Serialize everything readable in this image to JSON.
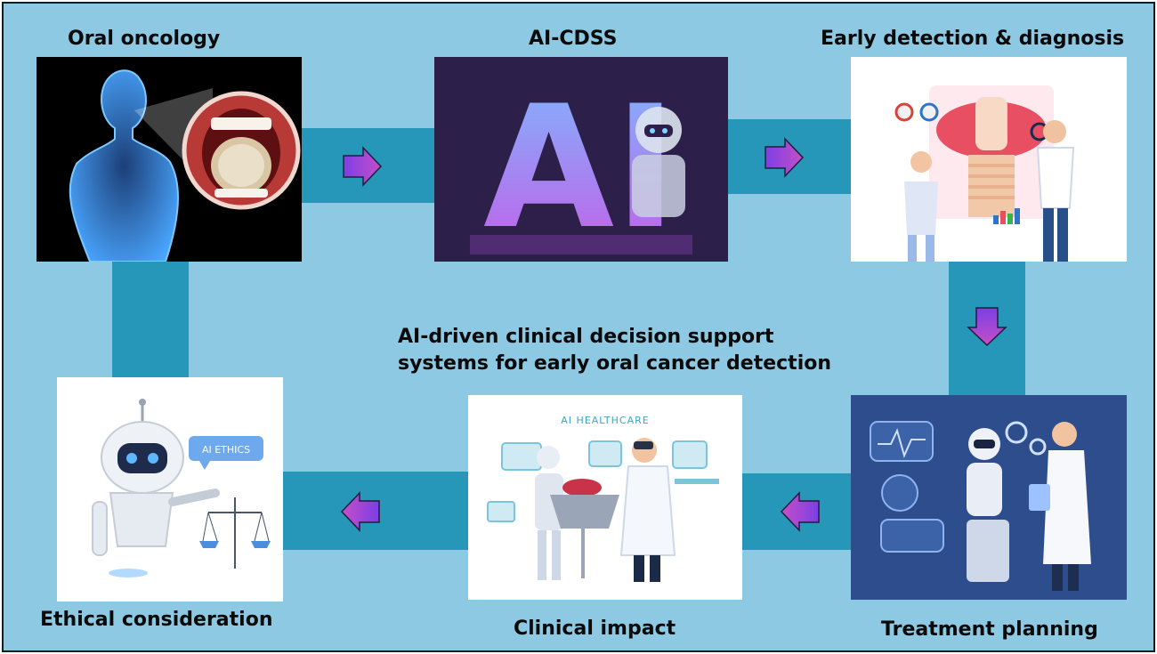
{
  "title": {
    "line1": "AI-driven clinical decision support",
    "line2": "systems for early oral cancer detection"
  },
  "stages": {
    "oral_oncology": {
      "label": "Oral oncology"
    },
    "ai_cdss": {
      "label": "AI-CDSS",
      "art_text": "AI"
    },
    "early_detection": {
      "label": "Early detection & diagnosis"
    },
    "treatment_planning": {
      "label": "Treatment planning"
    },
    "clinical_impact": {
      "label": "Clinical impact",
      "banner": "AI HEALTHCARE"
    },
    "ethical_consideration": {
      "label": "Ethical consideration",
      "bubble": "AI ETHICS"
    }
  },
  "colors": {
    "background": "#8ec9e3",
    "connector": "#2697b8",
    "arrow_start": "#7b3fe4",
    "arrow_end": "#c64fc9"
  }
}
